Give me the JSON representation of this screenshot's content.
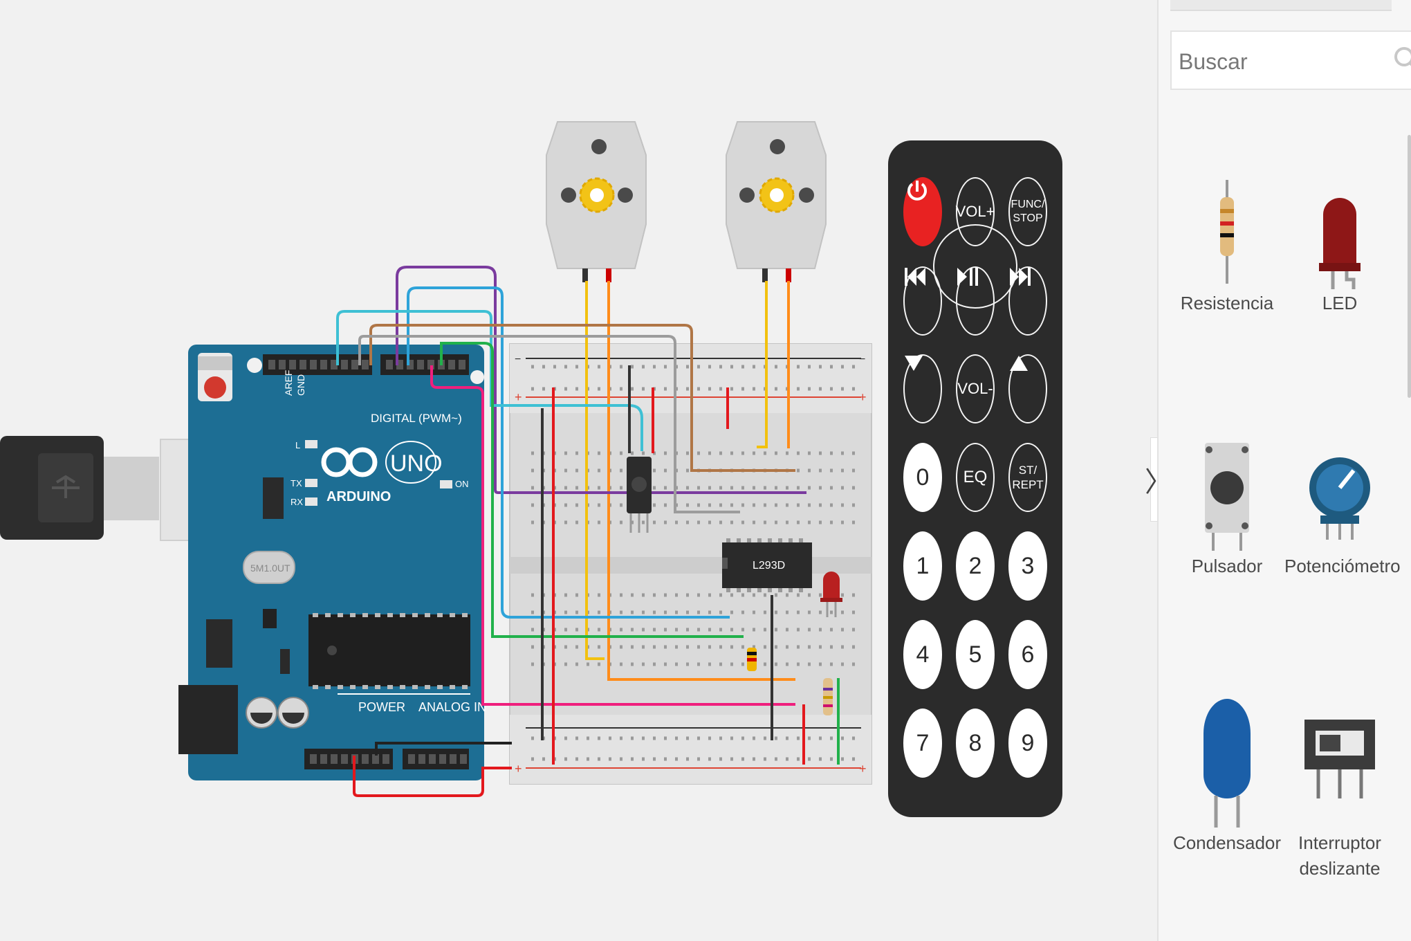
{
  "search": {
    "placeholder": "Buscar"
  },
  "panel": {
    "components": [
      {
        "label": "Resistencia",
        "icon": "resistor-icon"
      },
      {
        "label": "LED",
        "icon": "led-icon"
      },
      {
        "label": "Pulsador",
        "icon": "pushbutton-icon"
      },
      {
        "label": "Potenciómetro",
        "icon": "potentiometer-icon"
      },
      {
        "label": "Condensador",
        "icon": "capacitor-icon"
      },
      {
        "label": "Interruptor",
        "label2": "deslizante",
        "icon": "slide-switch-icon"
      }
    ],
    "collapse_glyph": "〉"
  },
  "arduino": {
    "brand": "ARDUINO",
    "model": "UNO",
    "digital_label": "DIGITAL (PWM~)",
    "power_label": "POWER",
    "analog_label": "ANALOG IN",
    "aref": "AREF",
    "gnd": "GND",
    "on_label": "ON",
    "l_label": "L",
    "tx_label": "TX",
    "rx_label": "RX",
    "crystal": "5M1.0UT"
  },
  "chip": {
    "label": "L293D"
  },
  "remote": {
    "buttons": {
      "vol_up": "VOL+",
      "func_stop_1": "FUNC/",
      "func_stop_2": "STOP",
      "vol_down": "VOL-",
      "zero": "0",
      "eq": "EQ",
      "st_rept_1": "ST/",
      "st_rept_2": "REPT",
      "d1": "1",
      "d2": "2",
      "d3": "3",
      "d4": "4",
      "d5": "5",
      "d6": "6",
      "d7": "7",
      "d8": "8",
      "d9": "9"
    }
  },
  "colors": {
    "arduino_blue": "#1d6e94",
    "remote_body": "#2b2b2b",
    "power_red": "#e82222",
    "motor_body": "#d7d7d7",
    "gear_yellow": "#f2c317"
  }
}
